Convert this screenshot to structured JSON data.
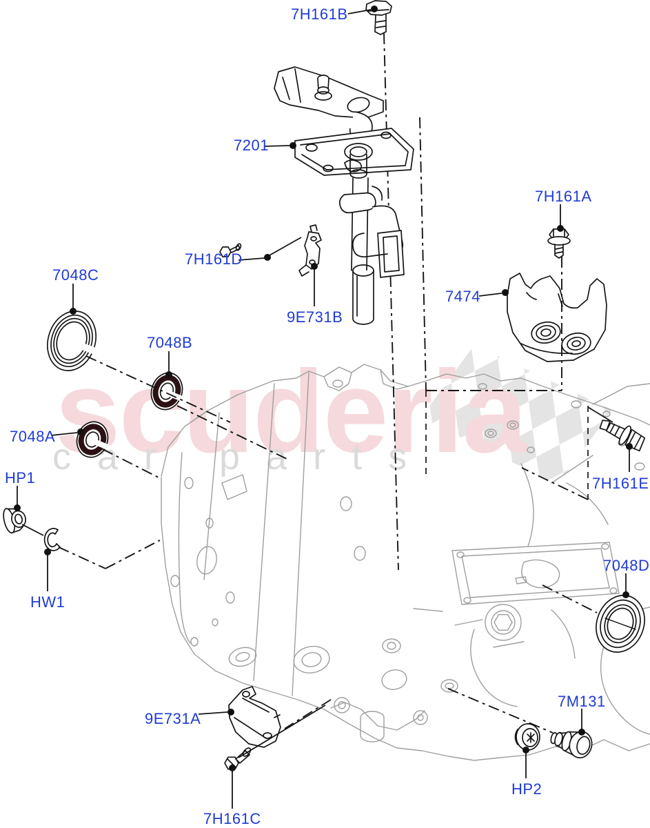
{
  "watermark": {
    "brand": "scuderia",
    "subtitle": "car parts"
  },
  "colors": {
    "label_blue": "#1f3bd6",
    "part_line": "#151515",
    "case_line": "#9e9e9e",
    "watermark_pink": "#f5d9dc",
    "watermark_gray": "#dadada",
    "checker_gray": "#e4e4e4",
    "seal_dark": "#2b1114"
  },
  "parts": [
    {
      "code": "7H161B"
    },
    {
      "code": "7201"
    },
    {
      "code": "7H161A"
    },
    {
      "code": "7H161D"
    },
    {
      "code": "9E731B"
    },
    {
      "code": "7474"
    },
    {
      "code": "7048C"
    },
    {
      "code": "7048B"
    },
    {
      "code": "7048A"
    },
    {
      "code": "HP1"
    },
    {
      "code": "HW1"
    },
    {
      "code": "7H161E"
    },
    {
      "code": "7048D"
    },
    {
      "code": "9E731A"
    },
    {
      "code": "7H161C"
    },
    {
      "code": "7M131"
    },
    {
      "code": "HP2"
    }
  ]
}
